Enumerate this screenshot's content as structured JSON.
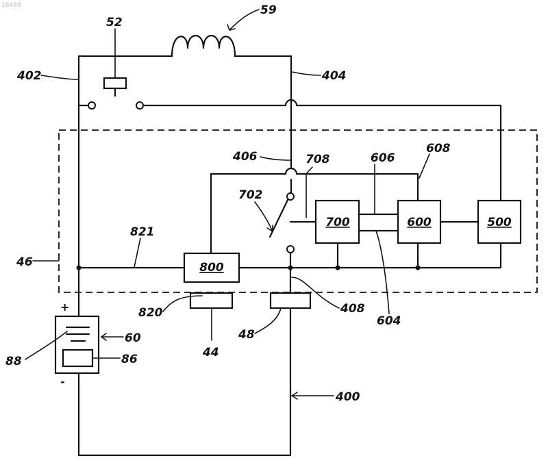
{
  "watermark": "16489",
  "labels": {
    "l52": "52",
    "l59": "59",
    "l402": "402",
    "l404": "404",
    "l406": "406",
    "l708": "708",
    "l606": "606",
    "l608": "608",
    "l702": "702",
    "l821": "821",
    "l46": "46",
    "l820": "820",
    "l44": "44",
    "l48": "48",
    "l408": "408",
    "l604": "604",
    "l60": "60",
    "l88": "88",
    "l86": "86",
    "l400": "400"
  },
  "blocks": {
    "b800": "800",
    "b700": "700",
    "b600": "600",
    "b500": "500"
  },
  "battery": {
    "plus": "+",
    "minus": "-"
  }
}
